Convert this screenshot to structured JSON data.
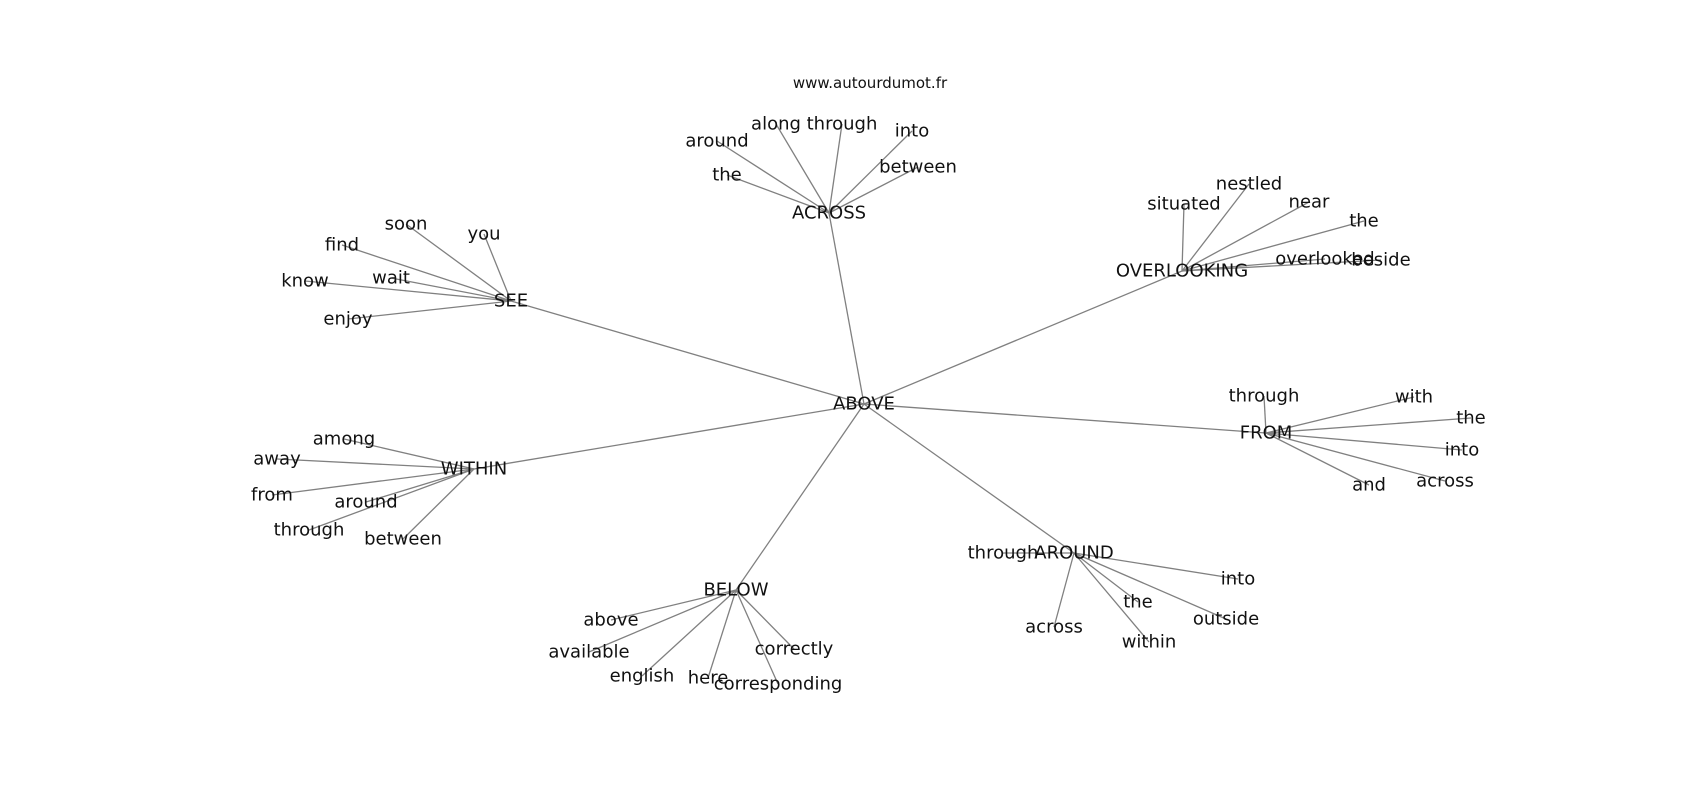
{
  "source": "www.autourdumot.fr",
  "center": "ABOVE",
  "clusters": [
    {
      "hub": "ACROSS",
      "words": [
        "around",
        "along",
        "through",
        "into",
        "the",
        "between"
      ]
    },
    {
      "hub": "SEE",
      "words": [
        "soon",
        "you",
        "find",
        "wait",
        "know",
        "enjoy"
      ]
    },
    {
      "hub": "OVERLOOKING",
      "words": [
        "nestled",
        "situated",
        "near",
        "the",
        "overlooked",
        "beside"
      ]
    },
    {
      "hub": "FROM",
      "words": [
        "through",
        "with",
        "the",
        "into",
        "across",
        "and"
      ]
    },
    {
      "hub": "WITHIN",
      "words": [
        "among",
        "away",
        "from",
        "around",
        "through",
        "between"
      ]
    },
    {
      "hub": "AROUND",
      "words": [
        "through",
        "into",
        "the",
        "outside",
        "across",
        "within"
      ]
    },
    {
      "hub": "BELOW",
      "words": [
        "above",
        "available",
        "correctly",
        "english",
        "here",
        "corresponding"
      ]
    }
  ]
}
